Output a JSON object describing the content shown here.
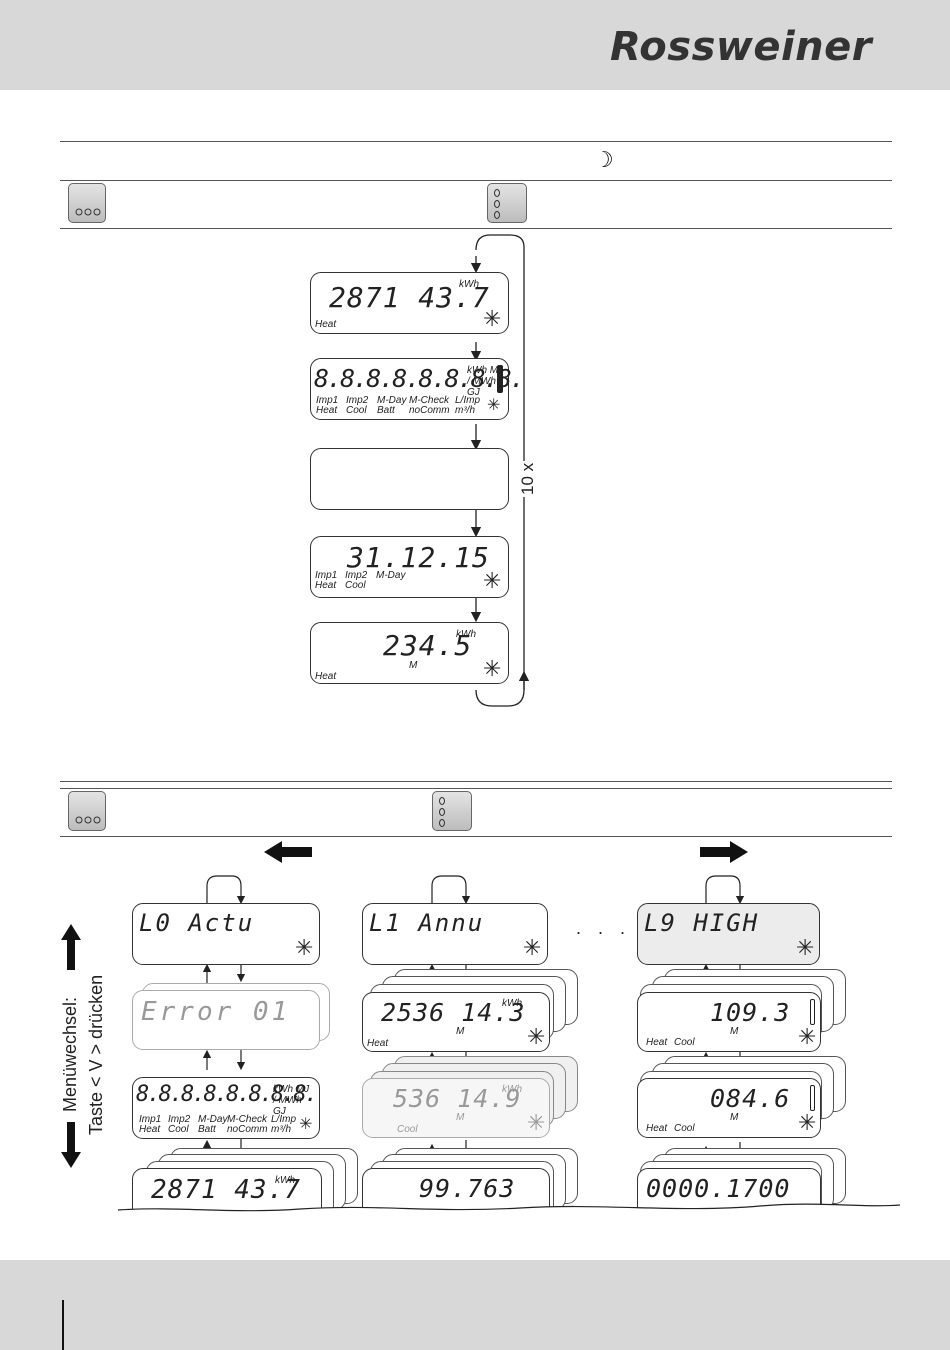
{
  "brand": {
    "name": "Rossweiner"
  },
  "section1": {
    "moon_glyph": "☽",
    "button_left_icon": "button-horizontal-dots",
    "button_right_icon": "button-vertical-dots",
    "loop_count": "10 x",
    "lcds": [
      {
        "digits": "2871 43.7",
        "unit": "kWh",
        "labels": [
          "Heat"
        ]
      },
      {
        "digits": "8.8.8.8.8.8.8.8.",
        "unit": "kWh MJ / MWh GJ",
        "labels": [
          "Imp1",
          "Imp2",
          "M-Day",
          "M-Check",
          "L/Imp",
          "Heat",
          "Cool",
          "Batt",
          "noComm",
          "m³/h"
        ]
      },
      {
        "digits": "",
        "unit": "",
        "labels": []
      },
      {
        "digits": "31.12.15",
        "unit": "",
        "labels": [
          "Imp1",
          "Imp2",
          "M-Day",
          "Heat",
          "Cool"
        ]
      },
      {
        "digits": "234.5",
        "unit": "kWh",
        "labels": [
          "M",
          "Heat"
        ]
      }
    ]
  },
  "section2": {
    "side_label_line1": "Menüwechsel:",
    "side_label_line2": "Taste < V > drücken",
    "ellipsis": ". . .",
    "columns": [
      {
        "header": "L0   Actu",
        "rows": [
          {
            "digits": "Error 01",
            "unit": "",
            "labels": []
          },
          {
            "digits": "8.8.8.8.8.8.8.8.",
            "unit": "kWh MJ / MWh GJ",
            "labels": [
              "Imp1",
              "Imp2",
              "M-Day",
              "M-Check",
              "L/Imp",
              "Heat",
              "Cool",
              "Batt",
              "noComm",
              "m³/h"
            ]
          },
          {
            "digits": "2871 43.7",
            "unit": "kWh",
            "labels": []
          }
        ]
      },
      {
        "header": "L1   Annu",
        "rows": [
          {
            "digits": "2536 14.3",
            "unit": "kWh",
            "labels": [
              "M",
              "Heat"
            ]
          },
          {
            "digits": "536 14.9",
            "unit": "kWh",
            "labels": [
              "M",
              "Cool"
            ]
          },
          {
            "digits": "99.763",
            "unit": "",
            "labels": []
          }
        ]
      },
      {
        "header": "L9   HIGH",
        "rows": [
          {
            "digits": "109.3",
            "unit": "",
            "labels": [
              "M",
              "Heat",
              "Cool"
            ]
          },
          {
            "digits": "084.6",
            "unit": "",
            "labels": [
              "M",
              "Heat",
              "Cool"
            ]
          },
          {
            "digits": "0000.1700",
            "unit": "",
            "labels": []
          }
        ]
      }
    ]
  },
  "colors": {
    "bar_gray": "#d8d8d8",
    "ink": "#222222",
    "lcd_gray": "#ececec"
  }
}
